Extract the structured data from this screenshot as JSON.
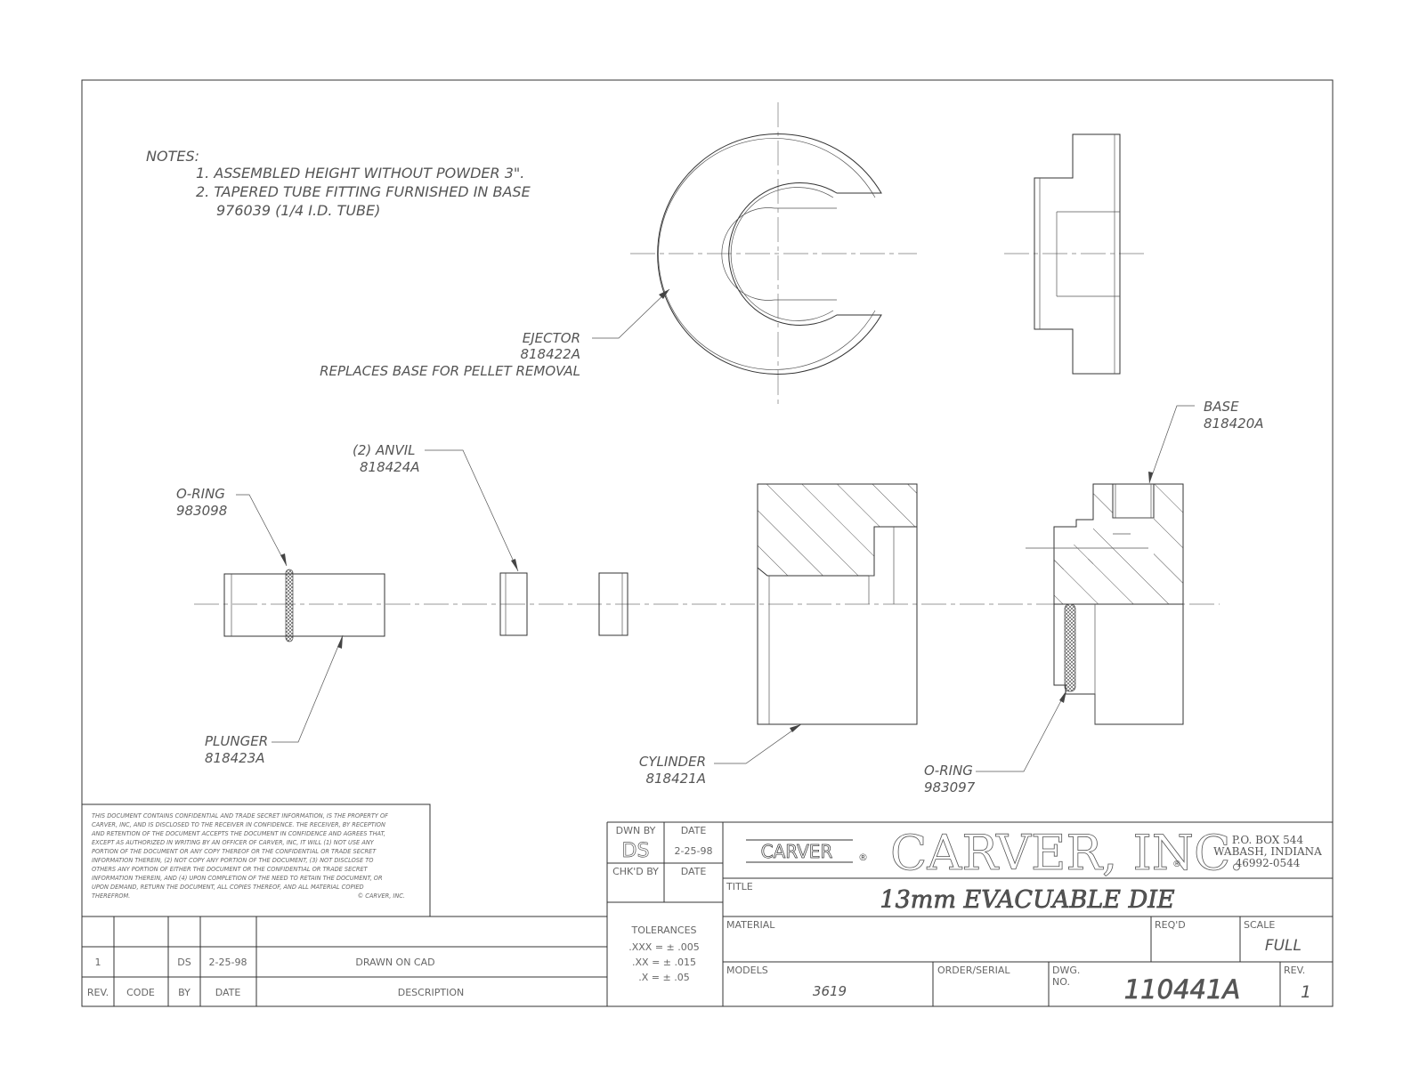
{
  "notes": {
    "heading": "NOTES:",
    "items": [
      "1. ASSEMBLED HEIGHT WITHOUT POWDER 3\".",
      "2. TAPERED TUBE FITTING FURNISHED IN BASE",
      "976039 (1/4 I.D. TUBE)"
    ]
  },
  "parts": {
    "ejector": {
      "name": "EJECTOR",
      "number": "818422A",
      "note": "REPLACES BASE FOR PELLET REMOVAL"
    },
    "anvil": {
      "name": "(2) ANVIL",
      "number": "818424A"
    },
    "oring_plunger": {
      "name": "O-RING",
      "number": "983098"
    },
    "plunger": {
      "name": "PLUNGER",
      "number": "818423A"
    },
    "cylinder": {
      "name": "CYLINDER",
      "number": "818421A"
    },
    "oring_base": {
      "name": "O-RING",
      "number": "983097"
    },
    "base": {
      "name": "BASE",
      "number": "818420A"
    }
  },
  "confidential": [
    "THIS DOCUMENT CONTAINS CONFIDENTIAL AND TRADE SECRET INFORMATION, IS THE PROPERTY OF",
    "CARVER, INC, AND IS DISCLOSED TO THE RECEIVER IN CONFIDENCE. THE RECEIVER, BY RECEPTION",
    "AND RETENTION OF THE DOCUMENT ACCEPTS THE DOCUMENT IN CONFIDENCE AND AGREES THAT,",
    "EXCEPT AS AUTHORIZED IN WRITING BY AN OFFICER OF CARVER, INC, IT WILL (1) NOT USE ANY",
    "PORTION OF THE DOCUMENT OR ANY COPY THEREOF OR THE CONFIDENTIAL OR TRADE SECRET",
    "INFORMATION THEREIN, (2) NOT COPY ANY PORTION OF THE DOCUMENT, (3) NOT DISCLOSE TO",
    "OTHERS ANY PORTION OF EITHER THE DOCUMENT OR THE CONFIDENTIAL OR TRADE SECRET",
    "INFORMATION THEREIN, AND (4) UPON COMPLETION OF THE NEED TO RETAIN THE DOCUMENT, OR",
    "UPON DEMAND, RETURN THE DOCUMENT, ALL COPIES THEREOF, AND ALL MATERIAL COPIED",
    "THEREFROM."
  ],
  "copyright": "© CARVER, INC.",
  "revision_table": {
    "headers": [
      "REV.",
      "CODE",
      "BY",
      "DATE",
      "DESCRIPTION"
    ],
    "rows": [
      [
        "1",
        "",
        "DS",
        "2-25-98",
        "DRAWN ON CAD"
      ]
    ]
  },
  "drawn_by": {
    "label": "DWN BY",
    "value": "DS",
    "date_label": "DATE",
    "date": "2-25-98"
  },
  "checked_by": {
    "label": "CHK'D BY",
    "date_label": "DATE"
  },
  "tolerances": {
    "label": "TOLERANCES",
    "lines": [
      ".XXX = ± .005",
      ".XX = ± .015",
      ".X = ± .05"
    ]
  },
  "company": {
    "logo": "CARVER",
    "registered": "®",
    "name": "CARVER, INC.",
    "address": [
      "P.O. BOX 544",
      "WABASH, INDIANA",
      "46992-0544"
    ]
  },
  "title_block": {
    "title_label": "TITLE",
    "title": "13mm EVACUABLE DIE",
    "material_label": "MATERIAL",
    "reqd_label": "REQ'D",
    "scale_label": "SCALE",
    "scale": "FULL",
    "models_label": "MODELS",
    "models": "3619",
    "order_label": "ORDER/SERIAL",
    "dwg_label_1": "DWG.",
    "dwg_label_2": "NO.",
    "dwg_no": "110441A",
    "rev_label": "REV.",
    "rev": "1"
  }
}
